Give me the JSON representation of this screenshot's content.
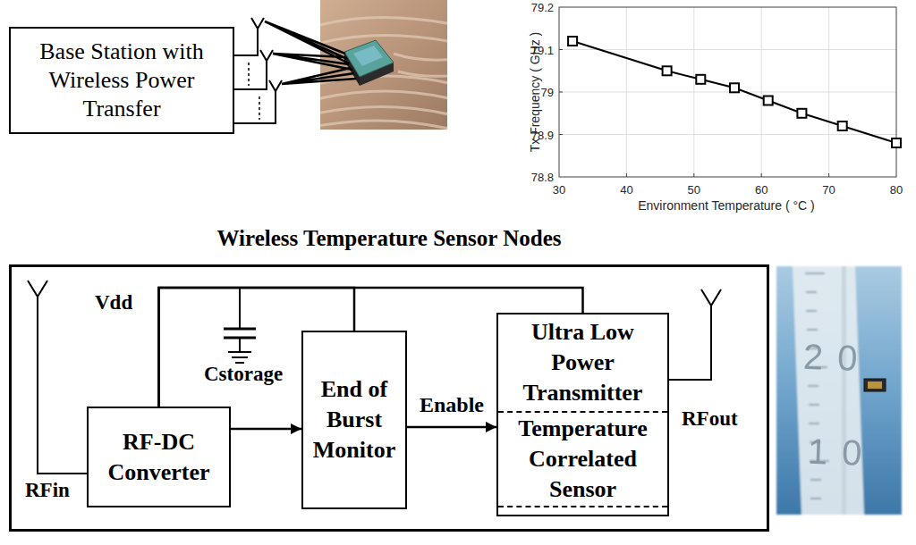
{
  "diagram": {
    "nodes": [
      {
        "text": [
          "Base Station with Wireless Power Transfer"
        ]
      },
      {
        "text": [
          "Wireless Temperature Sensor Nodes"
        ]
      },
      {
        "text": [
          "RF-DC Converter"
        ],
        "in": 1
      },
      {
        "text": [
          "End of Burst Monitor"
        ],
        "in": 1
      },
      {
        "text": [
          "Ultra Low Power Transmitter",
          "Temperature Correlated Sensor"
        ],
        "in": 1
      }
    ],
    "edges": [
      {
        "from": 2,
        "to": 3,
        "arrow": "to"
      },
      {
        "from": 3,
        "to": 4,
        "label": "Enable",
        "arrow": "to"
      },
      {
        "from": 2,
        "to": 3,
        "arrow": "none"
      },
      {
        "from": 2,
        "to": 4,
        "arrow": "none"
      }
    ],
    "labels": [
      "Tx Frequency ( GHz )",
      "79.2",
      "79.1",
      "79",
      "78.9",
      "78.8",
      "30",
      "40",
      "50",
      "60",
      "70",
      "80",
      "Environment Temperature ( °C )",
      "Vdd",
      "Cstorage",
      "RFin",
      "RFout",
      "20",
      "10"
    ]
  }
}
